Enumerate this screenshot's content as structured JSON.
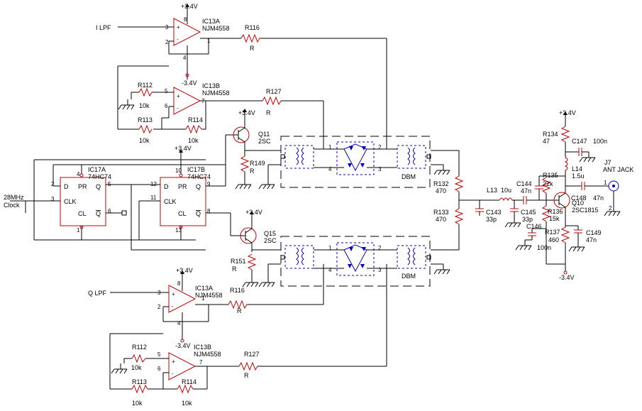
{
  "colors": {
    "wire": "#000000",
    "part": "#c00000",
    "transformer": "#0000c0",
    "background": "#ffffff"
  },
  "inputs": {
    "i_lpf": "I LPF",
    "q_lpf": "Q LPF",
    "clock_1": "28MHz",
    "clock_2": "Clock"
  },
  "supplies": {
    "pos": "+3.4V",
    "neg": "-3.4V"
  },
  "opamps": [
    {
      "ref": "IC13A",
      "part": "NJM4558"
    },
    {
      "ref": "IC13B",
      "part": "NJM4558"
    },
    {
      "ref": "IC13A",
      "part": "NJM4558"
    },
    {
      "ref": "IC13B",
      "part": "NJM4558"
    }
  ],
  "flipflops": [
    {
      "ref": "IC17A",
      "part": "74HC74"
    },
    {
      "ref": "IC17B",
      "part": "74HC74"
    }
  ],
  "ff_pins": {
    "d": "D",
    "pr": "PR",
    "q": "Q",
    "clk": "CLK",
    "cl": "CL",
    "qbar": "Q"
  },
  "transistors": [
    {
      "ref": "Q11",
      "part": "2SC"
    },
    {
      "ref": "Q15",
      "part": "2SC"
    },
    {
      "ref": "Q10",
      "part": "2SC1815"
    }
  ],
  "resistors": {
    "r116": {
      "ref": "R116",
      "value": "R"
    },
    "r127": {
      "ref": "R127",
      "value": "R"
    },
    "r112": {
      "ref": "R112",
      "value": "10k"
    },
    "r113": {
      "ref": "R113",
      "value": "10k"
    },
    "r114": {
      "ref": "R114",
      "value": "10k"
    },
    "r149": {
      "ref": "R149",
      "value": "R"
    },
    "r151": {
      "ref": "R151",
      "value": "R"
    },
    "r132": {
      "ref": "R132",
      "value": "470"
    },
    "r133": {
      "ref": "R133",
      "value": "470"
    },
    "r134": {
      "ref": "R134",
      "value": "47"
    },
    "r135": {
      "ref": "R135",
      "value": "22k"
    },
    "r136": {
      "ref": "R136",
      "value": "15k"
    },
    "r137": {
      "ref": "R137",
      "value": "460"
    }
  },
  "capacitors": {
    "c143": {
      "ref": "C143",
      "value": "33p"
    },
    "c145": {
      "ref": "C145",
      "value": "33p"
    },
    "c144": {
      "ref": "C144",
      "value": "47n"
    },
    "c146": {
      "ref": "C146",
      "value": "100n"
    },
    "c147": {
      "ref": "C147",
      "value": "100n"
    },
    "c148": {
      "ref": "C148",
      "value": "47n"
    },
    "c149": {
      "ref": "C149",
      "value": "47n"
    }
  },
  "inductors": {
    "l13": {
      "ref": "L13",
      "value": "10u"
    },
    "l14": {
      "ref": "L14",
      "value": "1.5u"
    }
  },
  "mixers": {
    "label": "DBM"
  },
  "connector": {
    "ref": "J7",
    "name": "ANT JACK",
    "pin1": "1",
    "pin2": "2"
  },
  "pins": {
    "p1": "1",
    "p2": "2",
    "p3": "3",
    "p4": "4",
    "p5": "5",
    "p6": "6",
    "p7": "7",
    "p8": "8",
    "p9": "9",
    "p10": "10",
    "p11": "11",
    "p12": "12",
    "p13": "13"
  }
}
